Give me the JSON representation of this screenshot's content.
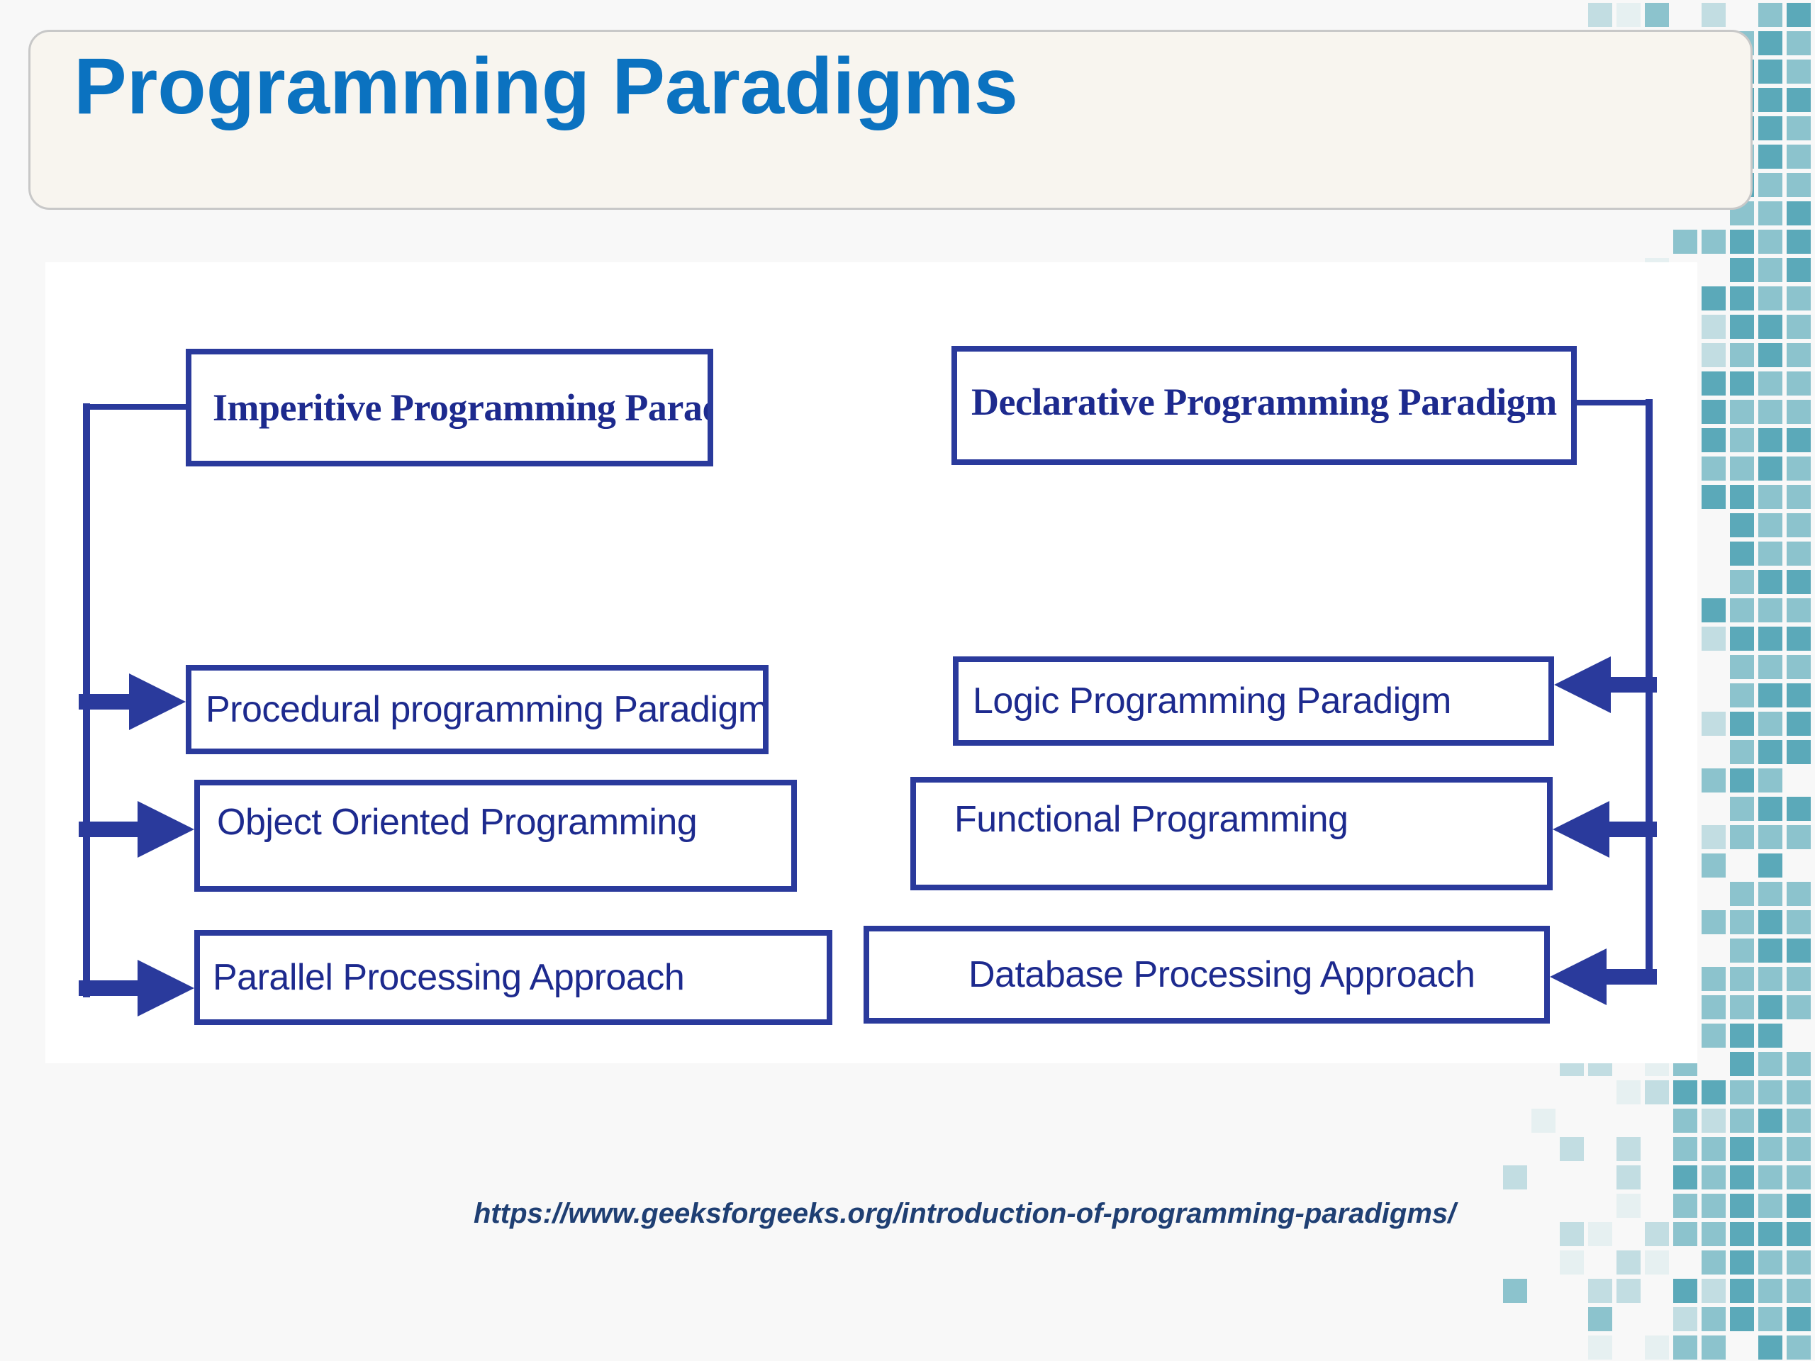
{
  "title": "Programming Paradigms",
  "source_url": "https://www.geeksforgeeks.org/introduction-of-programming-paradigms/",
  "colors": {
    "title": "#0b72c0",
    "box_border": "#2a3a9c",
    "box_text": "#1d2a8e",
    "mosaic": [
      "#5ba9b9",
      "#8cc3cd",
      "#c2dde2",
      "#e6f0f1"
    ]
  },
  "diagram": {
    "imperative": {
      "label": "Imperitive Programming Paradigm",
      "children": [
        "Procedural programming Paradigm",
        "Object Oriented Programming",
        "Parallel Processing  Approach"
      ]
    },
    "declarative": {
      "label": "Declarative Programming Paradigm",
      "children": [
        "Logic Programming Paradigm",
        "Functional Programming",
        "Database Processing Approach"
      ]
    }
  }
}
